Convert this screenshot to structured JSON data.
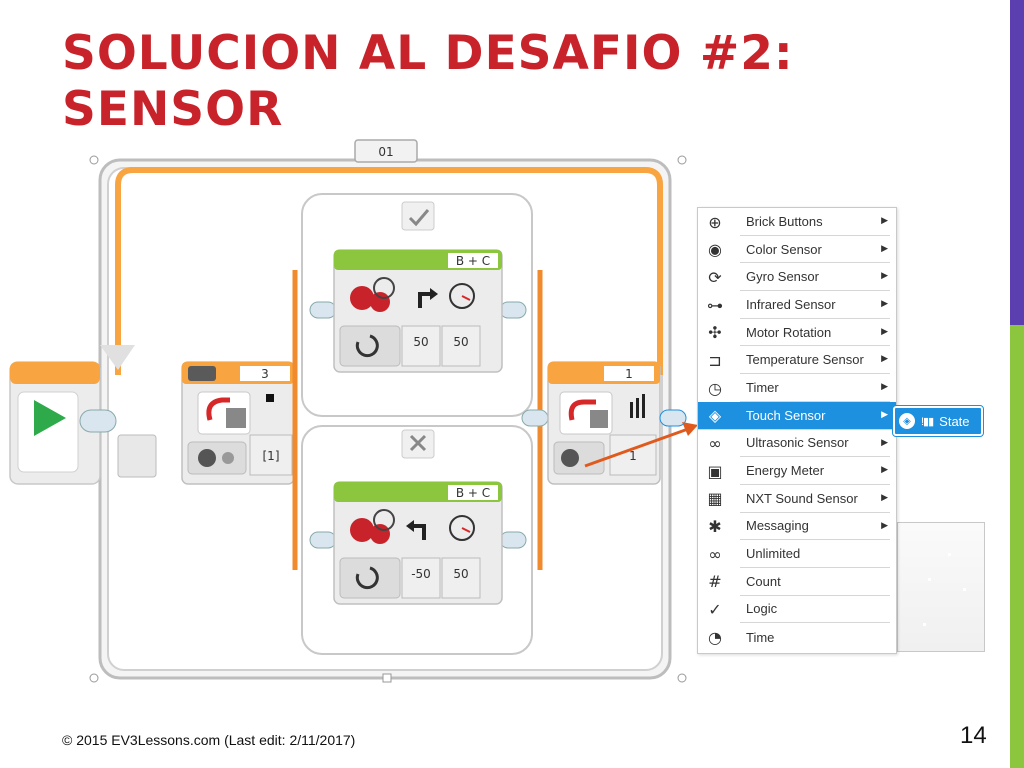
{
  "slide": {
    "title_line1": "SOLUCION AL DESAFIO #2:",
    "title_line2": "SENSOR",
    "footer": "© 2015 EV3Lessons.com (Last edit: 2/11/2017)",
    "page_number": "14"
  },
  "program": {
    "loop_label": "01",
    "switch_block_port": "3",
    "switch_block_value": "[1]",
    "wait_block_port": "1",
    "wait_block_value": "1",
    "true_case": {
      "motor_ports": "B + C",
      "steering": "50",
      "power": "50"
    },
    "false_case": {
      "motor_ports": "B + C",
      "steering": "-50",
      "power": "50"
    },
    "true_icon": "checkmark-icon",
    "false_icon": "x-icon"
  },
  "menu": {
    "items": [
      {
        "label": "Brick Buttons",
        "icon": "brick-buttons-icon",
        "glyph": "⊕",
        "submenu": true
      },
      {
        "label": "Color Sensor",
        "icon": "color-sensor-icon",
        "glyph": "◉",
        "submenu": true
      },
      {
        "label": "Gyro Sensor",
        "icon": "gyro-sensor-icon",
        "glyph": "⟳",
        "submenu": true
      },
      {
        "label": "Infrared Sensor",
        "icon": "infrared-sensor-icon",
        "glyph": "⊶",
        "submenu": true
      },
      {
        "label": "Motor Rotation",
        "icon": "motor-rotation-icon",
        "glyph": "✣",
        "submenu": true
      },
      {
        "label": "Temperature Sensor",
        "icon": "temperature-sensor-icon",
        "glyph": "⊐",
        "submenu": true
      },
      {
        "label": "Timer",
        "icon": "timer-icon",
        "glyph": "◷",
        "submenu": true
      },
      {
        "label": "Touch Sensor",
        "icon": "touch-sensor-icon",
        "glyph": "◈",
        "submenu": true,
        "selected": true
      },
      {
        "label": "Ultrasonic Sensor",
        "icon": "ultrasonic-sensor-icon",
        "glyph": "∞",
        "submenu": true
      },
      {
        "label": "Energy Meter",
        "icon": "energy-meter-icon",
        "glyph": "▣",
        "submenu": true
      },
      {
        "label": "NXT Sound Sensor",
        "icon": "nxt-sound-sensor-icon",
        "glyph": "▦",
        "submenu": true
      },
      {
        "label": "Messaging",
        "icon": "messaging-icon",
        "glyph": "✱",
        "submenu": true
      },
      {
        "label": "Unlimited",
        "icon": "unlimited-icon",
        "glyph": "∞",
        "submenu": false
      },
      {
        "label": "Count",
        "icon": "count-icon",
        "glyph": "#",
        "submenu": false
      },
      {
        "label": "Logic",
        "icon": "logic-icon",
        "glyph": "✓",
        "submenu": false
      },
      {
        "label": "Time",
        "icon": "time-icon",
        "glyph": "◔",
        "submenu": false
      }
    ],
    "state_label": "State"
  },
  "colors": {
    "title": "#c8232b",
    "loop_orange": "#f7a441",
    "switch_orange": "#f08a2c",
    "motor_green": "#8cc63f",
    "menu_selected": "#1e90e0",
    "start_green": "#2eaa4a"
  }
}
